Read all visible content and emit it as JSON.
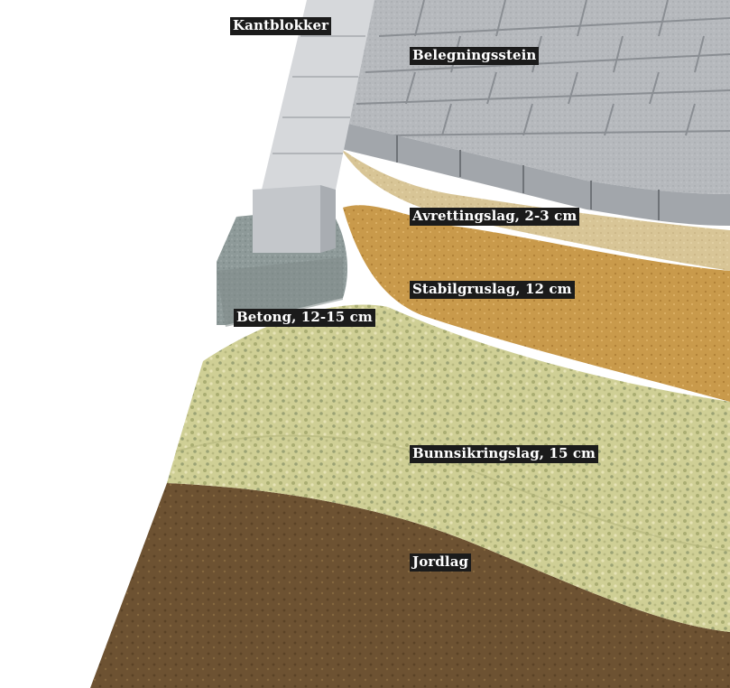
{
  "diagram": {
    "labels": {
      "kantblokker": "Kantblokker",
      "belegningsstein": "Belegningsstein",
      "avrettingslag": "Avrettingslag, 2-3 cm",
      "stabilgruslag": "Stabilgruslag, 12 cm",
      "betong": "Betong, 12-15 cm",
      "bunnsikringslag": "Bunnsikringslag, 15 cm",
      "jordlag": "Jordlag"
    },
    "colors": {
      "paving": "#b9bcc0",
      "curb": "#d5d7da",
      "bedding": "#d9c294",
      "gravel": "#c89a4c",
      "subbase": "#c9c98f",
      "concrete": "#8f9a9a",
      "soil": "#6e5332",
      "label_bg": "#1b1b1b",
      "label_text": "#ffffff"
    }
  }
}
